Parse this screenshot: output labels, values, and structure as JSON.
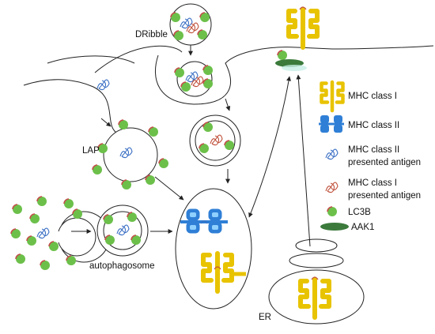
{
  "labels": {
    "dribble": "DRibble",
    "lap": "LAP",
    "autophagosome": "autophagosome",
    "er": "ER"
  },
  "legend": [
    {
      "icon": "mhc-class-i-icon",
      "lines": [
        "MHC class I"
      ]
    },
    {
      "icon": "mhc-class-ii-icon",
      "lines": [
        "MHC class II"
      ]
    },
    {
      "icon": "mhc-ii-antigen-icon",
      "lines": [
        "MHC class II",
        "presented antigen"
      ]
    },
    {
      "icon": "mhc-i-antigen-icon",
      "lines": [
        "MHC class I",
        "presented antigen"
      ]
    },
    {
      "icon": "lc3b-icon",
      "lines": [
        "LC3B"
      ]
    },
    {
      "icon": "aak1-icon",
      "lines": [
        "AAK1"
      ]
    }
  ],
  "colors": {
    "lc3b_fill": "#6cc04a",
    "lc3b_stroke": "#c2504a",
    "mhc_i": "#e8c300",
    "mhc_ii": "#2f7fd6",
    "antigen_ii": "#3a6fc4",
    "antigen_i": "#c0503a",
    "aak1": "#3b7a3b",
    "membrane": "#222222"
  }
}
